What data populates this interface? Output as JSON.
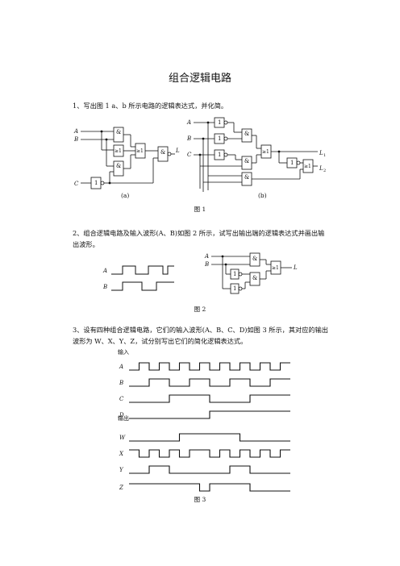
{
  "title": "组合逻辑电路",
  "q1": {
    "text": "1、写出图 1 a、b 所示电路的逻辑表达式，并化简。",
    "sub_a": "(a)",
    "sub_b": "(b)",
    "caption": "图 1",
    "labels_a": {
      "A": "A",
      "B": "B",
      "C": "C",
      "L": "L"
    },
    "labels_b": {
      "A": "A",
      "B": "B",
      "C": "C",
      "L1": "L",
      "L1sub": "1",
      "L2": "L",
      "L2sub": "2"
    },
    "gate_and": "&",
    "gate_or": "≥1",
    "gate_not": "1"
  },
  "q2": {
    "text_line1": "2、组合逻辑电路及输入波形(A、B)如图 2 所示，试写出输出端的逻辑表达式并画出输",
    "text_line2": "出波形。",
    "caption": "图 2",
    "labels": {
      "A": "A",
      "B": "B",
      "L": "L"
    }
  },
  "q3": {
    "text_line1": "3、设有四种组合逻辑电路，它们的输入波形(A、B、C、D)如图 3 所示，其对应的输出",
    "text_line2": "波形为 W、X、Y、Z，试分别写出它们的简化逻辑表达式。",
    "input_heading": "输入",
    "output_heading": "输出",
    "caption": "图 3",
    "waveforms": [
      {
        "name": "A",
        "levels": [
          0,
          1,
          0,
          1,
          0,
          1,
          0,
          1,
          0,
          1,
          0,
          1,
          0,
          1,
          0,
          1
        ]
      },
      {
        "name": "B",
        "levels": [
          0,
          0,
          1,
          1,
          0,
          0,
          1,
          1,
          0,
          0,
          1,
          1,
          0,
          0,
          1,
          1
        ]
      },
      {
        "name": "C",
        "levels": [
          0,
          0,
          0,
          0,
          1,
          1,
          1,
          1,
          0,
          0,
          0,
          0,
          1,
          1,
          1,
          1
        ]
      },
      {
        "name": "D",
        "levels": [
          0,
          0,
          0,
          0,
          0,
          0,
          0,
          0,
          1,
          1,
          1,
          1,
          1,
          1,
          1,
          1
        ]
      },
      {
        "name": "W",
        "levels": [
          0,
          0,
          0,
          0,
          0,
          1,
          1,
          1,
          1,
          1,
          1,
          0,
          0,
          0,
          0,
          0
        ]
      },
      {
        "name": "X",
        "levels": [
          1,
          0,
          1,
          0,
          1,
          0,
          1,
          1,
          0,
          1,
          0,
          1,
          0,
          1,
          0,
          1
        ]
      },
      {
        "name": "Y",
        "levels": [
          0,
          0,
          1,
          1,
          0,
          0,
          0,
          0,
          0,
          0,
          1,
          1,
          0,
          0,
          0,
          0
        ]
      },
      {
        "name": "Z",
        "levels": [
          1,
          1,
          1,
          1,
          1,
          1,
          1,
          0,
          1,
          1,
          1,
          1,
          0,
          0,
          0,
          0
        ]
      }
    ]
  }
}
